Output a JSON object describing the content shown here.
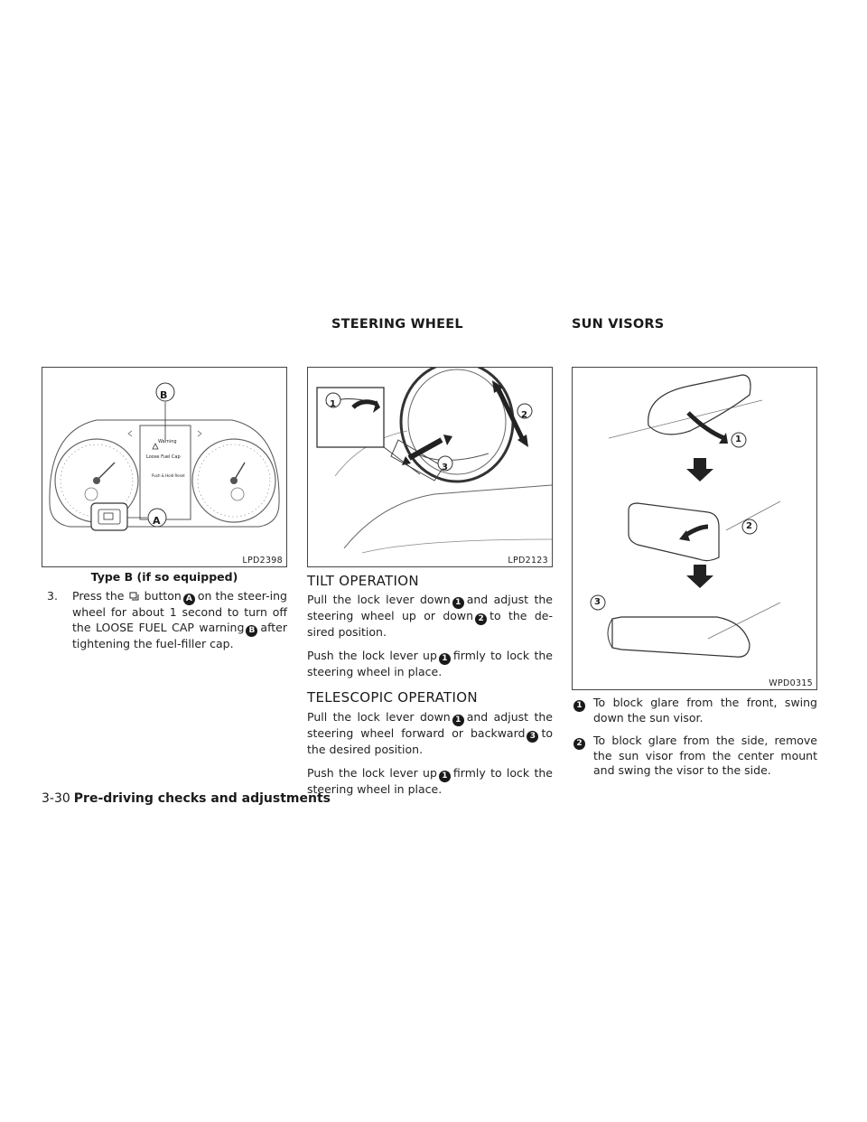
{
  "headings": {
    "steering_wheel": "STEERING WHEEL",
    "sun_visors": "SUN VISORS"
  },
  "figures": {
    "cluster": {
      "code": "LPD2398",
      "caption": "Type B (if so equipped)",
      "label_a": "A",
      "label_b": "B",
      "screen_warning": "Warning",
      "screen_title": "Loose Fuel Cap",
      "screen_hint": "Push & Hold Reset"
    },
    "steering": {
      "code": "LPD2123",
      "label_1": "1",
      "label_2": "2",
      "label_3": "3"
    },
    "visor": {
      "code": "WPD0315",
      "label_1": "1",
      "label_2": "2",
      "label_3": "3"
    }
  },
  "col1": {
    "step_num": "3.",
    "seg1": "Press the",
    "seg2": "button",
    "badge_a": "A",
    "seg3": "on the steer-ing wheel for about 1 second to turn off the LOOSE FUEL CAP warning",
    "badge_b": "B",
    "seg4": "after tightening the fuel-filler cap."
  },
  "col2": {
    "tilt_title": "TILT OPERATION",
    "tilt_p1_a": "Pull the lock lever down",
    "tilt_p1_b": "and adjust the steering wheel up or down",
    "tilt_p1_c": "to the de-sired position.",
    "tilt_p2_a": "Push the lock lever up",
    "tilt_p2_b": "firmly to lock the steering wheel in place.",
    "tele_title": "TELESCOPIC OPERATION",
    "tele_p1_a": "Pull the lock lever down",
    "tele_p1_b": "and adjust the steering wheel forward or backward",
    "tele_p1_c": "to the desired position.",
    "tele_p2_a": "Push the lock lever up",
    "tele_p2_b": "firmly to lock the steering wheel in place.",
    "n1": "1",
    "n2": "2",
    "n3": "3"
  },
  "col3": {
    "item1_num": "1",
    "item1_text": "To block glare from the front, swing down the sun visor.",
    "item2_num": "2",
    "item2_text": "To block glare from the side, remove the sun visor from the center mount and swing the visor to the side."
  },
  "footer": {
    "page": "3-30",
    "chapter": "Pre-driving checks and adjustments"
  }
}
